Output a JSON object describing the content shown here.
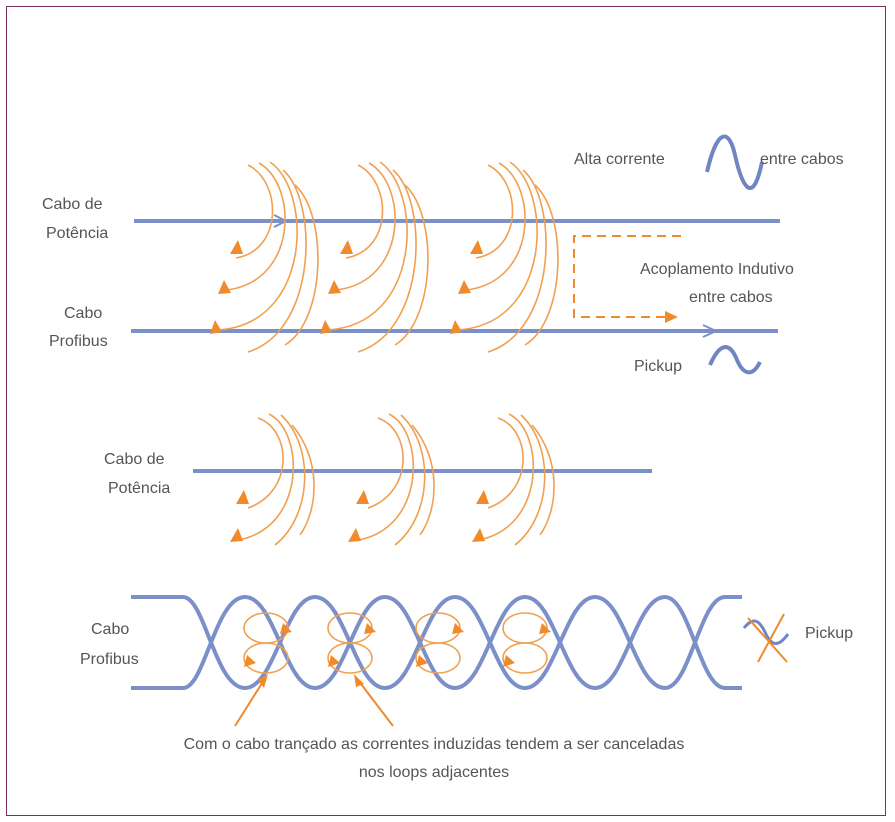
{
  "labels": {
    "top_power_cable": [
      "Cabo de",
      "Potência"
    ],
    "top_profibus_cable": [
      "Cabo",
      "Profibus"
    ],
    "high_current": "Alta corrente",
    "between_cables_1": "entre cabos",
    "coupling": [
      "Acoplamento Indutivo",
      "entre cabos"
    ],
    "pickup_top": "Pickup",
    "bottom_power_cable": [
      "Cabo de",
      "Potência"
    ],
    "bottom_profibus_cable": [
      "Cabo",
      "Profibus"
    ],
    "pickup_bottom": "Pickup",
    "caption": [
      "Com o cabo trançado as correntes induzidas tendem a ser canceladas",
      "nos loops adjacentes"
    ]
  },
  "colors": {
    "cable": "#7b8fc8",
    "field": "#f0a050",
    "arrow": "#f08a2a",
    "text": "#555555",
    "frame": "#7a2f5a"
  }
}
